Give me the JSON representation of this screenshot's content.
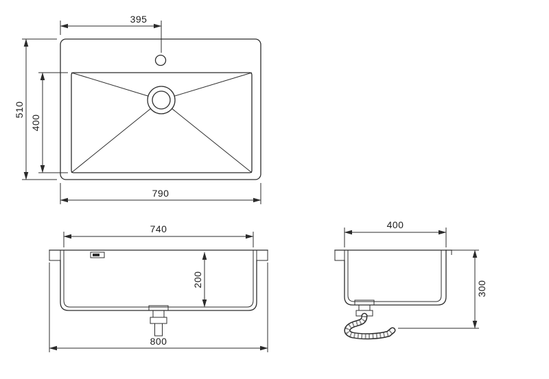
{
  "drawing": {
    "background": "#ffffff",
    "line_color": "#2b2b2b"
  },
  "views": {
    "top": {
      "dims": {
        "faucet_offset": "395",
        "outer_depth": "510",
        "bowl_depth": "400",
        "outer_width": "790"
      }
    },
    "front": {
      "dims": {
        "bowl_width": "740",
        "bowl_depth": "200",
        "overall_width": "800"
      }
    },
    "side": {
      "dims": {
        "bowl_width": "400",
        "overall_height": "300"
      }
    }
  }
}
